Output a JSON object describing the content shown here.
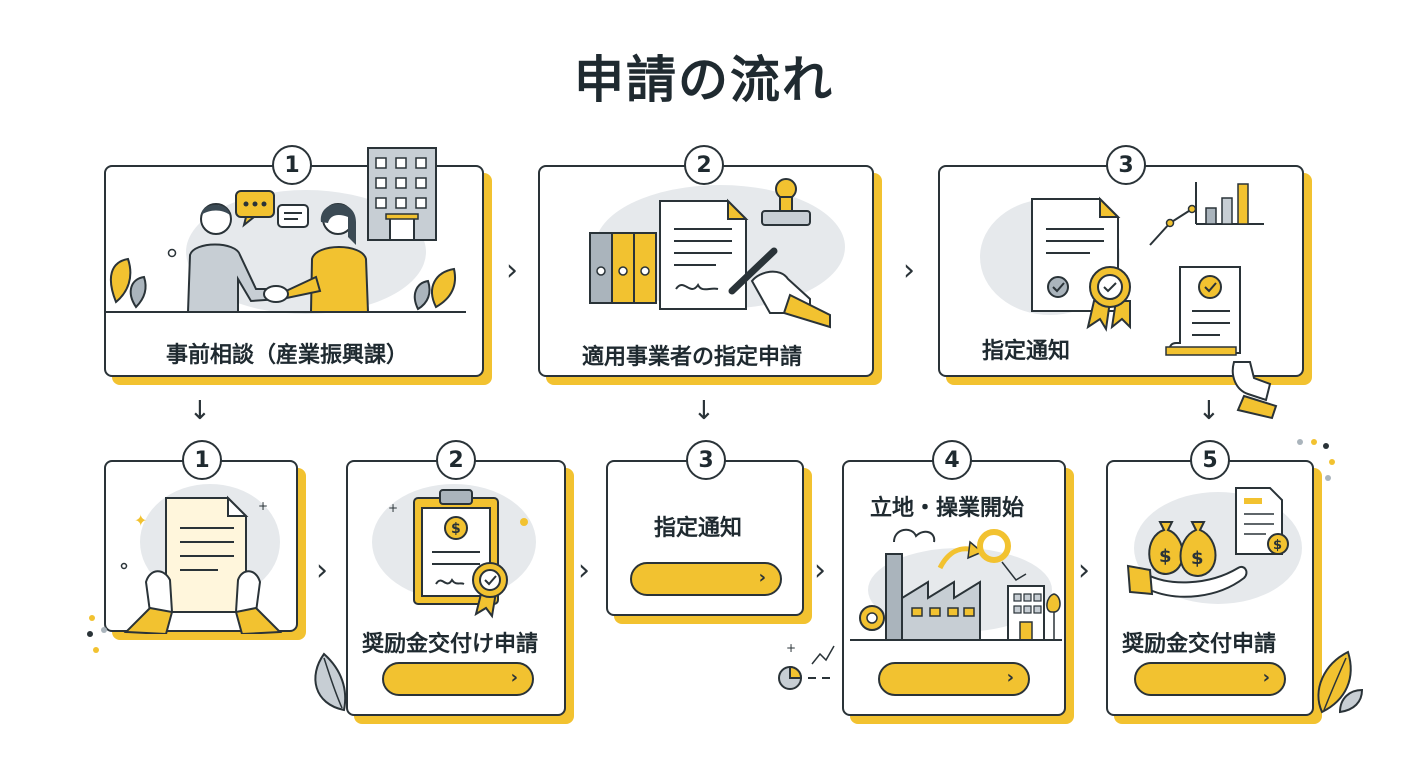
{
  "title": "申請の流れ",
  "top_steps": [
    {
      "number": "1",
      "label": "事前相談（産業振興課）"
    },
    {
      "number": "2",
      "label": "適用事業者の指定申請"
    },
    {
      "number": "3",
      "label": "指定通知"
    }
  ],
  "bottom_steps": [
    {
      "number": "1",
      "label": ""
    },
    {
      "number": "2",
      "label": "奨励金交付け申請"
    },
    {
      "number": "3",
      "label": "指定通知"
    },
    {
      "number": "4",
      "label": "立地・操業開始"
    },
    {
      "number": "5",
      "label": "奨励金交付申請"
    }
  ],
  "arrows": {
    "right": "›",
    "down": "↓"
  },
  "colors": {
    "accent": "#f2c230",
    "ink": "#2a3338",
    "gray": "#aab4bc",
    "blob": "#e6e9ec"
  },
  "icons": [
    "handshake-icon",
    "office-building-icon",
    "document-stamp-icon",
    "certificate-icon",
    "chart-icon",
    "clipboard-coin-icon",
    "factory-icon",
    "money-bag-icon"
  ]
}
